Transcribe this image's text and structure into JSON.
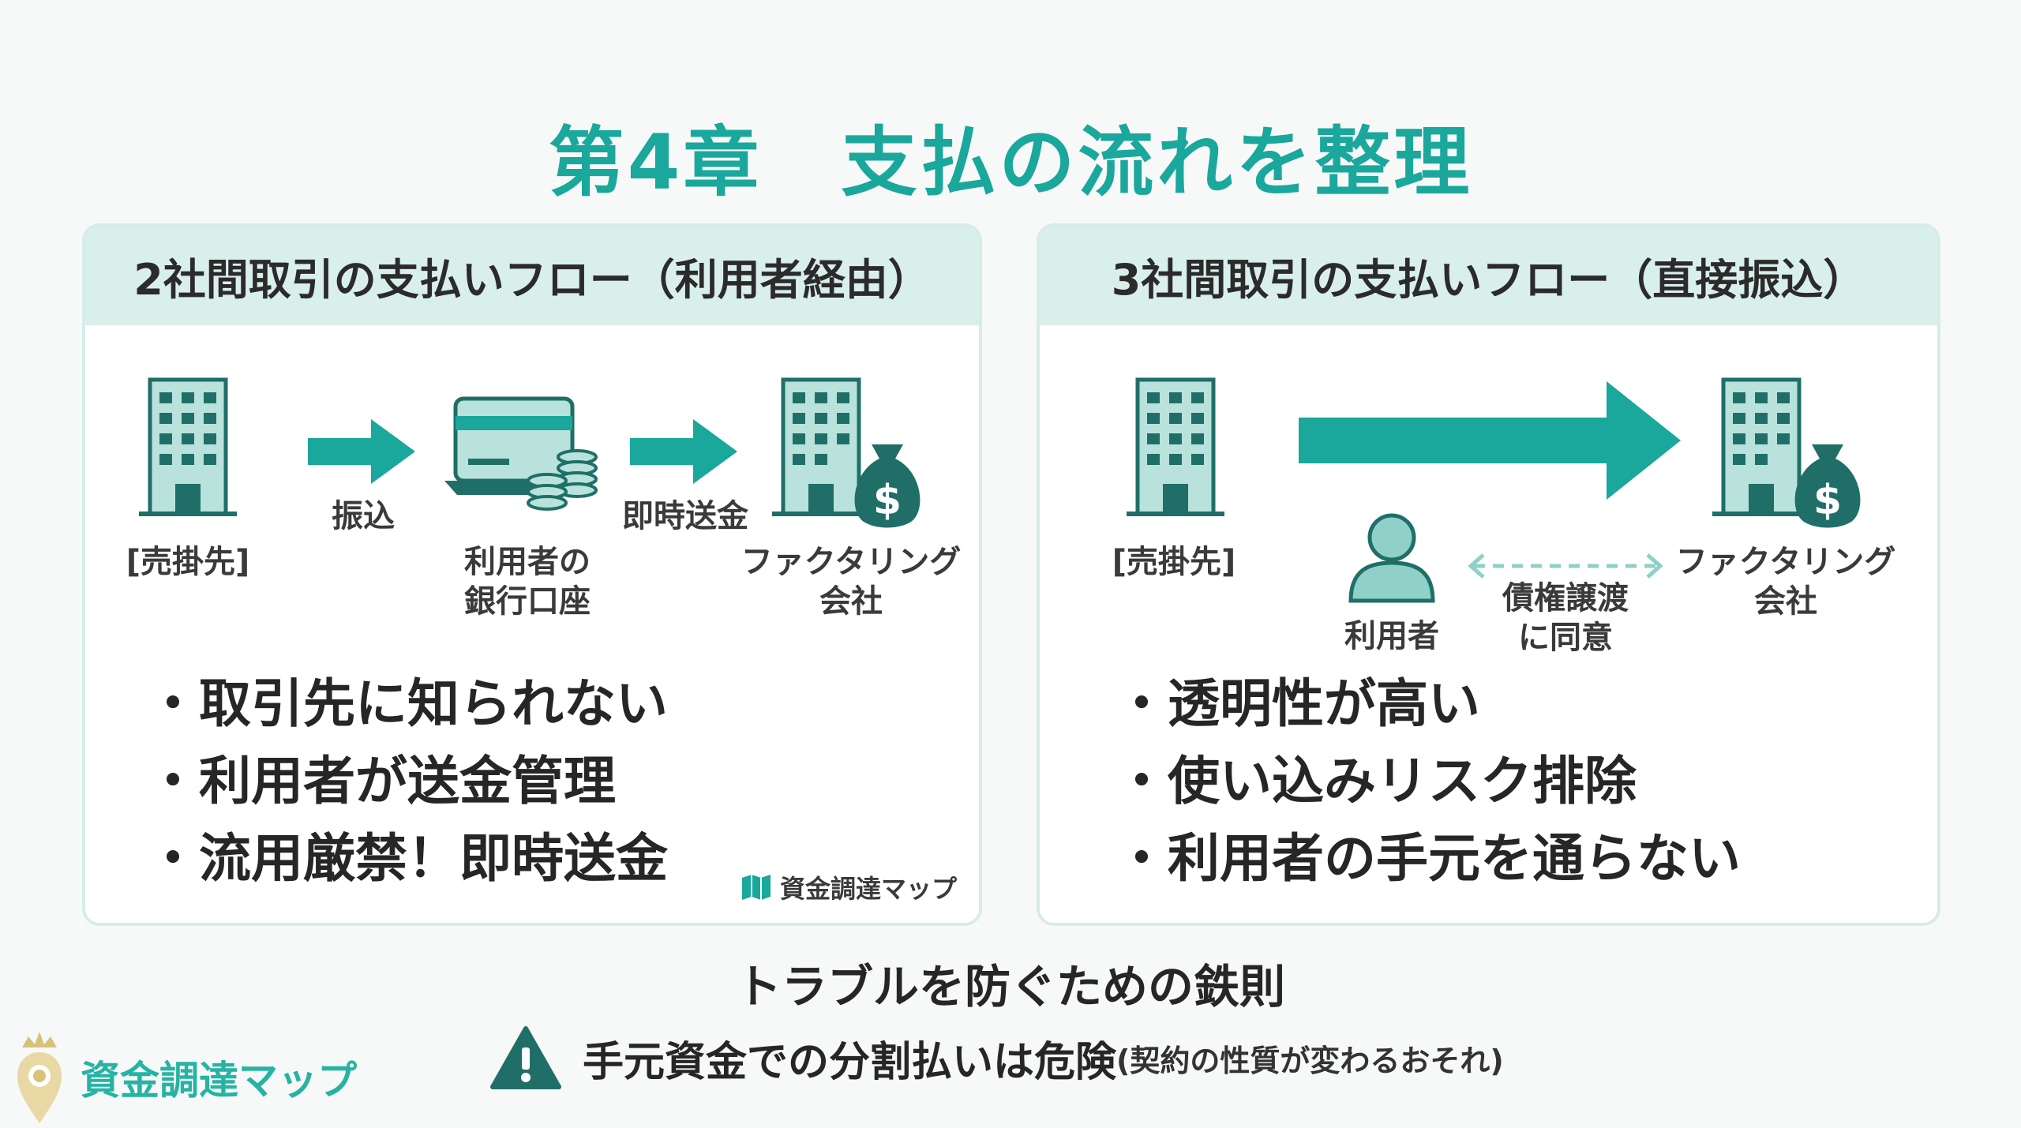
{
  "title": "第4章　支払の流れを整理",
  "left_panel": {
    "header": "2社間取引の支払いフロー（利用者経由）",
    "nodes": {
      "seller": "[売掛先]",
      "user_bank_line1": "利用者の",
      "user_bank_line2": "銀行口座",
      "factoring_line1": "ファクタリング",
      "factoring_line2": "会社"
    },
    "arrows": {
      "transfer": "振込",
      "instant_remit": "即時送金"
    },
    "bullets": [
      "取引先に知られない",
      "利用者が送金管理",
      "流用厳禁！即時送金"
    ],
    "watermark": "資金調達マップ"
  },
  "right_panel": {
    "header": "3社間取引の支払いフロー（直接振込）",
    "nodes": {
      "seller": "[売掛先]",
      "user": "利用者",
      "factoring_line1": "ファクタリング",
      "factoring_line2": "会社"
    },
    "consent_line1": "債権譲渡",
    "consent_line2": "に同意",
    "bullets": [
      "透明性が高い",
      "使い込みリスク排除",
      "利用者の手元を通らない"
    ]
  },
  "rule_title": "トラブルを防ぐための鉄則",
  "warning": {
    "main": "手元資金での分割払いは危険",
    "sub": "(契約の性質が変わるおそれ)"
  },
  "brand": "資金調達マップ",
  "colors": {
    "accent": "#1aa79c",
    "dark_teal": "#1f6f68",
    "light_teal": "#8fd0c8",
    "header_bg": "#d9efeb"
  }
}
